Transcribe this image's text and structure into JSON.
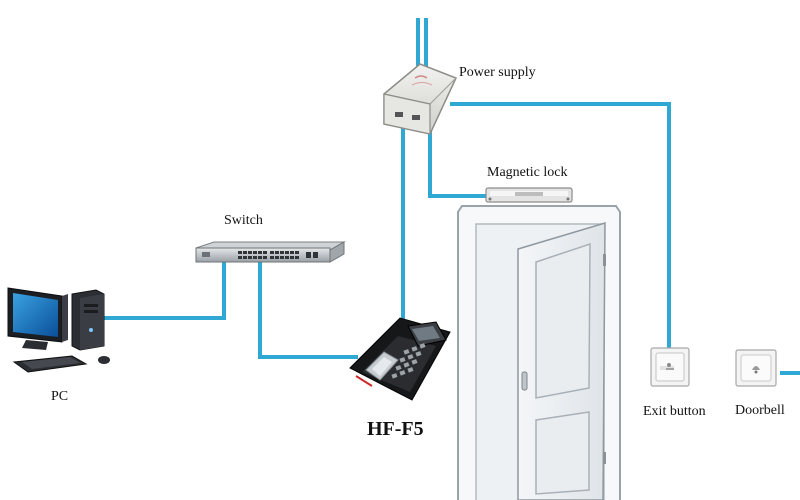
{
  "diagram": {
    "wire_color": "#2fa8d4",
    "labels": {
      "power_supply": "Power supply",
      "magnetic_lock": "Magnetic lock",
      "switch": "Switch",
      "pc": "PC",
      "reader": "HF-F5",
      "exit_button": "Exit button",
      "doorbell": "Doorbell"
    },
    "devices": [
      {
        "name": "power-supply",
        "icon": "power-supply-box"
      },
      {
        "name": "magnetic-lock",
        "icon": "maglock-bar"
      },
      {
        "name": "network-switch",
        "icon": "ethernet-switch"
      },
      {
        "name": "pc",
        "icon": "desktop-computer"
      },
      {
        "name": "fingerprint-reader",
        "icon": "fingerprint-terminal"
      },
      {
        "name": "door",
        "icon": "white-door"
      },
      {
        "name": "exit-button",
        "icon": "wall-push-button"
      },
      {
        "name": "doorbell",
        "icon": "wall-doorbell"
      }
    ]
  }
}
